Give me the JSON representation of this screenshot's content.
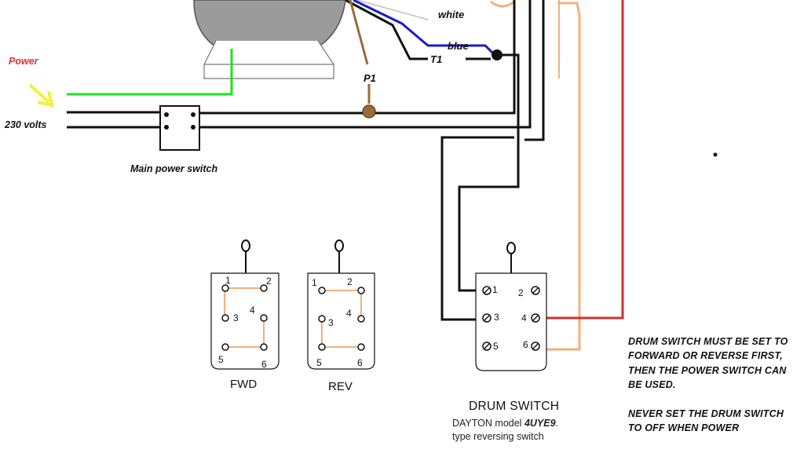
{
  "labels": {
    "white": "white",
    "blue": "blue",
    "t1": "T1",
    "p1": "P1",
    "power": "Power",
    "volts": "230 volts",
    "main_switch": "Main power switch"
  },
  "fwd": {
    "title": "FWD",
    "terminals": [
      "1",
      "2",
      "3",
      "4",
      "5",
      "6"
    ]
  },
  "rev": {
    "title": "REV",
    "terminals": [
      "1",
      "2",
      "3",
      "4",
      "5",
      "6"
    ]
  },
  "drum": {
    "title": "DRUM SWITCH",
    "subtitle_prefix": "DAYTON model ",
    "model": "4UYE9",
    "subtitle_suffix": ".",
    "subtitle_line2": "type reversing switch",
    "terminals": [
      "1",
      "2",
      "3",
      "4",
      "5",
      "6"
    ]
  },
  "warning": {
    "para1": "DRUM SWITCH MUST BE SET TO FORWARD OR REVERSE FIRST, THEN THE POWER SWITCH CAN BE USED.",
    "para2": "NEVER SET THE DRUM SWITCH TO OFF WHEN POWER"
  },
  "colors": {
    "black": "#111111",
    "blue": "#1a1acd",
    "green": "#19e619",
    "red": "#cc3333",
    "tan": "#f3b07f",
    "brown": "#9a6a3a",
    "yellow": "#f2f23a",
    "power_red": "#e03030",
    "motor_gray": "#9b9b9b"
  }
}
